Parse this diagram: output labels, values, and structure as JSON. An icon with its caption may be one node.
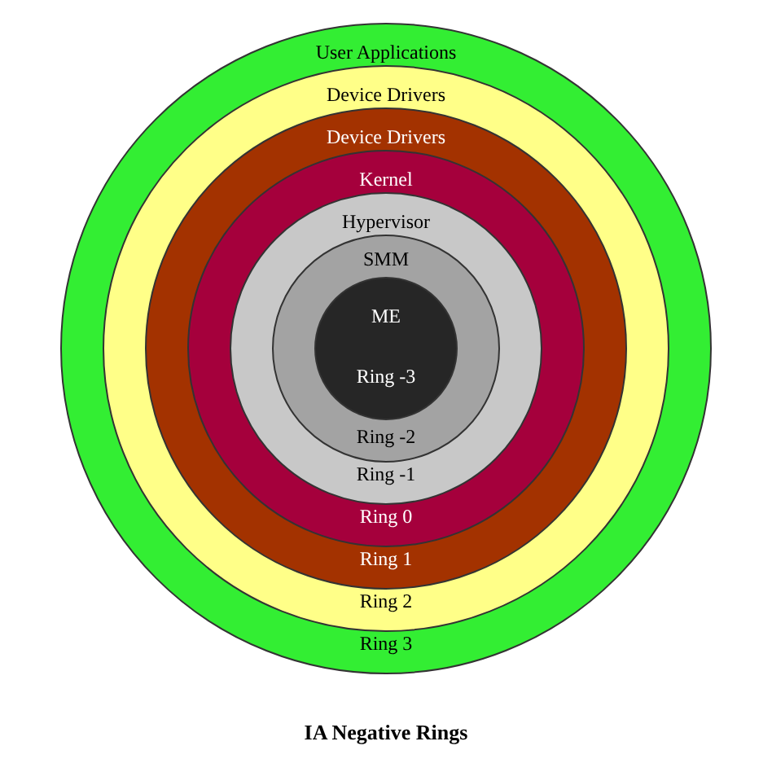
{
  "diagram": {
    "caption": "IA Negative Rings",
    "nodes": [
      {
        "text": [
          "User Applications",
          "Ring 3"
        ]
      },
      {
        "text": [
          "Device Drivers",
          "Ring 2"
        ],
        "in": 0
      },
      {
        "text": [
          "Device Drivers",
          "Ring 1"
        ],
        "in": 1
      },
      {
        "text": [
          "Kernel",
          "Ring 0"
        ],
        "in": 2
      },
      {
        "text": [
          "Hypervisor",
          "Ring -1"
        ],
        "in": 3
      },
      {
        "text": [
          "SMM",
          "Ring -2"
        ],
        "in": 4
      },
      {
        "text": [
          "ME",
          "Ring -3"
        ],
        "in": 5
      }
    ]
  }
}
